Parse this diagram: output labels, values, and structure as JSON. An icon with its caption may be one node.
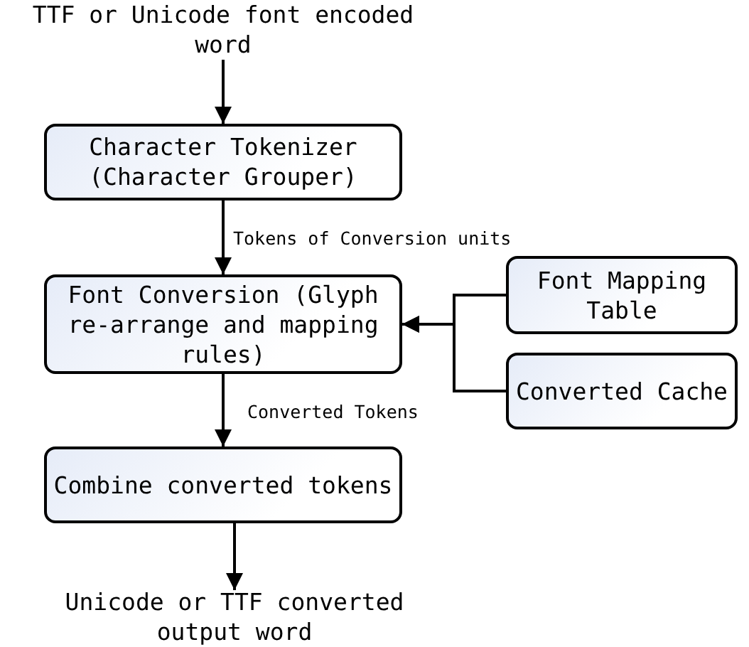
{
  "diagram": {
    "nodes": [
      {
        "text": [
          "TTF or Unicode font encoded word"
        ]
      },
      {
        "text": [
          "Character Tokenizer (Character Grouper)"
        ]
      },
      {
        "text": [
          "Font Conversion (Glyph re-arrange and mapping rules)"
        ]
      },
      {
        "text": [
          "Font Mapping Table"
        ]
      },
      {
        "text": [
          "Converted Cache"
        ]
      },
      {
        "text": [
          "Combine converted tokens"
        ]
      },
      {
        "text": [
          "Unicode or TTF converted output word"
        ]
      }
    ],
    "edges": [
      {
        "from": 0,
        "to": 1,
        "arrow": "to"
      },
      {
        "from": 1,
        "to": 2,
        "arrow": "to",
        "label": "Tokens of Conversion units"
      },
      {
        "from": 3,
        "to": 2,
        "arrow": "to"
      },
      {
        "from": 4,
        "to": 2,
        "arrow": "to"
      },
      {
        "from": 2,
        "to": 5,
        "arrow": "to",
        "label": "Converted Tokens"
      },
      {
        "from": 5,
        "to": 6,
        "arrow": "to"
      }
    ]
  }
}
